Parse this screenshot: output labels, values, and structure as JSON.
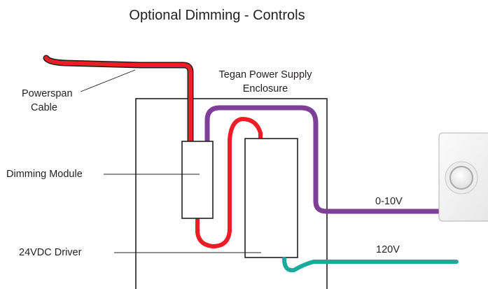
{
  "title": "Optional Dimming - Controls",
  "labels": {
    "powerspan_cable": [
      "Powerspan",
      "Cable"
    ],
    "enclosure": [
      "Tegan Power Supply",
      "Enclosure"
    ],
    "dimming_module": "Dimming Module",
    "driver": "24VDC Driver",
    "signal": "0-10V",
    "line_voltage": "120V"
  },
  "colors": {
    "red_wire": "#ee1c25",
    "purple_wire": "#7d3f98",
    "teal_wire": "#1aa99a",
    "outline": "#231f20"
  }
}
